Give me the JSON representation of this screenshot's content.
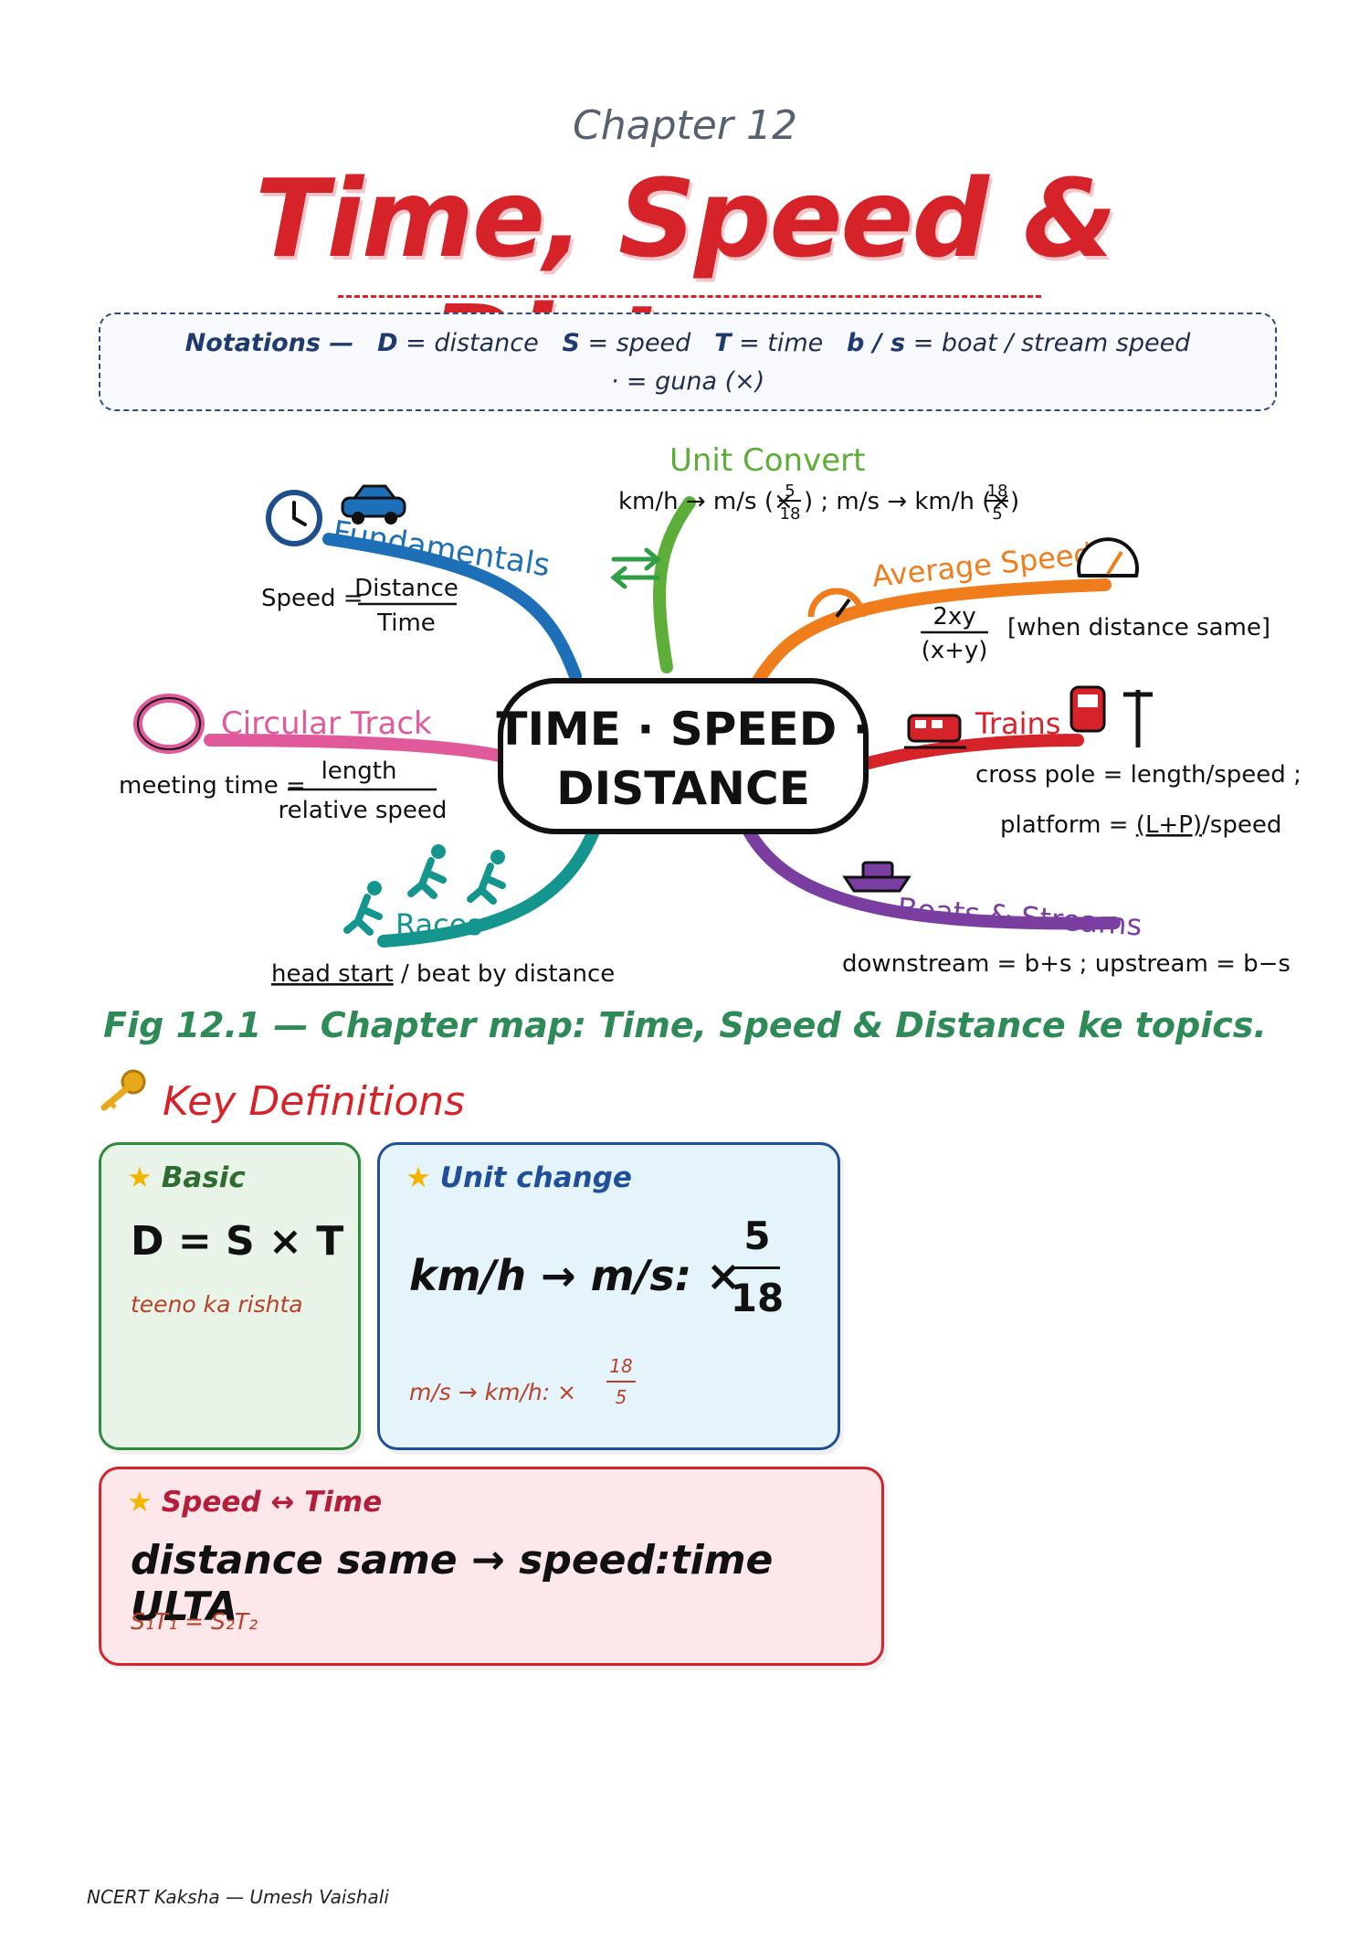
{
  "header": {
    "chapter": "Chapter 12",
    "title": "Time, Speed & Distance"
  },
  "notations": {
    "label": "Notations —",
    "items": [
      {
        "sym": "D",
        "meaning": "= distance"
      },
      {
        "sym": "S",
        "meaning": "= speed"
      },
      {
        "sym": "T",
        "meaning": "= time"
      },
      {
        "sym": "b / s",
        "meaning": "= boat / stream speed"
      }
    ],
    "second_line": "· = guna (×)"
  },
  "mindmap": {
    "center": [
      "TIME · SPEED ·",
      "DISTANCE"
    ],
    "unit_convert": {
      "title": "Unit Convert",
      "formula_a": "km/h → m/s (×",
      "frac_a": [
        "5",
        "18"
      ],
      "sep": ") ; m/s → km/h (×",
      "frac_b": [
        "18",
        "5"
      ],
      "end": ")"
    },
    "fundamentals": {
      "title": "Fundamentals",
      "lhs": "Speed =",
      "num": "Distance",
      "den": "Time"
    },
    "average_speed": {
      "title": "Average Speed",
      "num": "2xy",
      "den": "(x+y)",
      "note": "[when distance same]"
    },
    "circular_track": {
      "title": "Circular Track",
      "lhs": "meeting time =",
      "num": "length",
      "den": "relative speed"
    },
    "trains": {
      "title": "Trains",
      "line1": "cross pole = length/speed ;",
      "line2_a": "platform = ",
      "line2_b": "(L+P)",
      "line2_c": "/speed"
    },
    "races": {
      "title": "Races",
      "u": "head start",
      "rest": " / beat by distance"
    },
    "boats": {
      "title": "Boats & Streams",
      "formula": "downstream = b+s ; upstream = b−s"
    },
    "colors": {
      "fundamentals": "#1d6fb8",
      "unit_convert": "#5cae38",
      "average_speed": "#ef7d1b",
      "circular_track": "#e05a9b",
      "trains": "#d6232a",
      "races": "#14968f",
      "boats": "#7a3ea1"
    }
  },
  "figure_caption": "Fig 12.1 — Chapter map: Time, Speed & Distance ke topics.",
  "key_definitions": {
    "heading": "Key Definitions",
    "cards": {
      "basic": {
        "title": "Basic",
        "formula": "D = S × T",
        "note": "teeno ka rishta"
      },
      "unit": {
        "title": "Unit change",
        "formula": "km/h → m/s: ×",
        "num": "5",
        "den": "18",
        "note": "m/s → km/h: ×",
        "note_num": "18",
        "note_den": "5"
      },
      "speed_time": {
        "title": "Speed ↔ Time",
        "formula": "distance same → speed:time ULTA",
        "note": "S₁T₁ = S₂T₂"
      }
    }
  },
  "footer": "NCERT Kaksha — Umesh Vaishali"
}
